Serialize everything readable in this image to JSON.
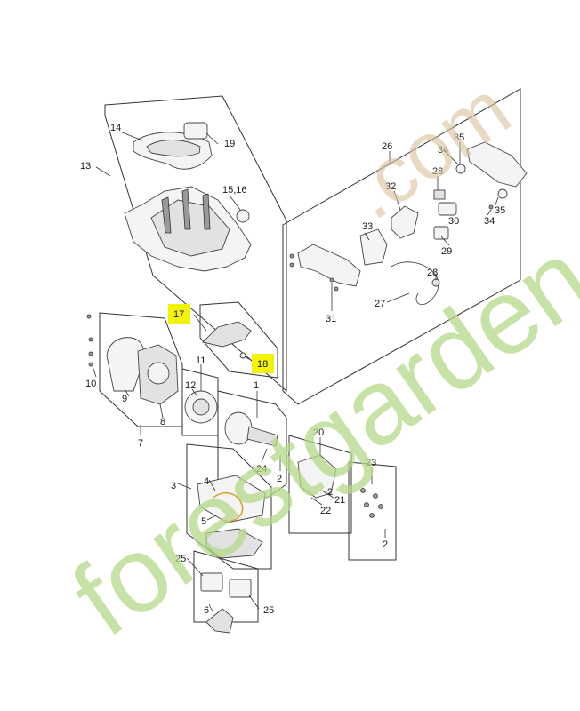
{
  "watermark": {
    "text_lower": "forestgarden",
    "text_upper": ".com"
  },
  "labels": {
    "l1": "1",
    "l2a": "2",
    "l2b": "2",
    "l2c": "2",
    "l3": "3",
    "l4": "4",
    "l5": "5",
    "l6": "6",
    "l7": "7",
    "l8": "8",
    "l9": "9",
    "l10": "10",
    "l11": "11",
    "l12": "12",
    "l13": "13",
    "l14": "14",
    "l1516": "15,16",
    "l17": "17",
    "l18": "18",
    "l19": "19",
    "l20": "20",
    "l21": "21",
    "l22": "22",
    "l23": "23",
    "l24": "24",
    "l25a": "25",
    "l25b": "25",
    "l26": "26",
    "l27": "27",
    "l28a": "28",
    "l28b": "28",
    "l29": "29",
    "l30": "30",
    "l31": "31",
    "l32": "32",
    "l33": "33",
    "l34a": "34",
    "l34b": "34",
    "l35a": "35",
    "l35b": "35"
  },
  "highlight_color": "#f2f20a"
}
